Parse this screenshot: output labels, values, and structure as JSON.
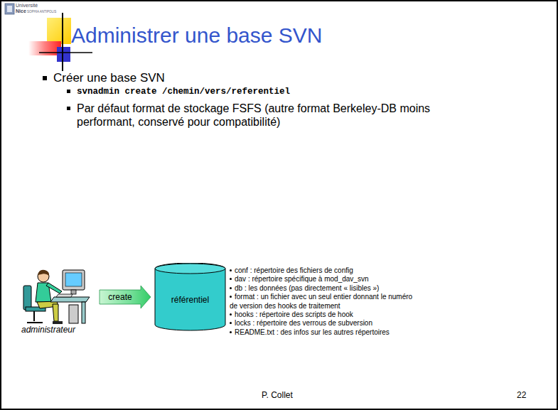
{
  "diagram": {
    "title": "Administrer une base SVN",
    "nodes": [
      {
        "text": [
          "administrateur"
        ]
      },
      {
        "text": [
          "référentiel"
        ]
      }
    ],
    "edges": [
      {
        "from": 0,
        "to": 1,
        "label": "create",
        "arrow": "to"
      }
    ],
    "labels": [
      "Université",
      "Nice",
      "SOPHIA ANTIPOLIS",
      "Créer une base SVN",
      "svnadmin create /chemin/vers/referentiel",
      "Par défaut format de stockage FSFS (autre format Berkeley-DB moins performant, conservé pour compatibilité)",
      "conf : répertoire des fichiers de config",
      "dav : répertoire spécifique à mod_dav_svn",
      "db : les données (pas directement « lisibles »)",
      "format : un fichier avec un seul entier donnant le numéro de version des hooks de traitement",
      "hooks : répertoire des scripts de hook",
      "locks : répertoire des verrous de subversion",
      "README.txt : des infos sur les autres répertoires",
      "P. Collet",
      "22"
    ]
  }
}
